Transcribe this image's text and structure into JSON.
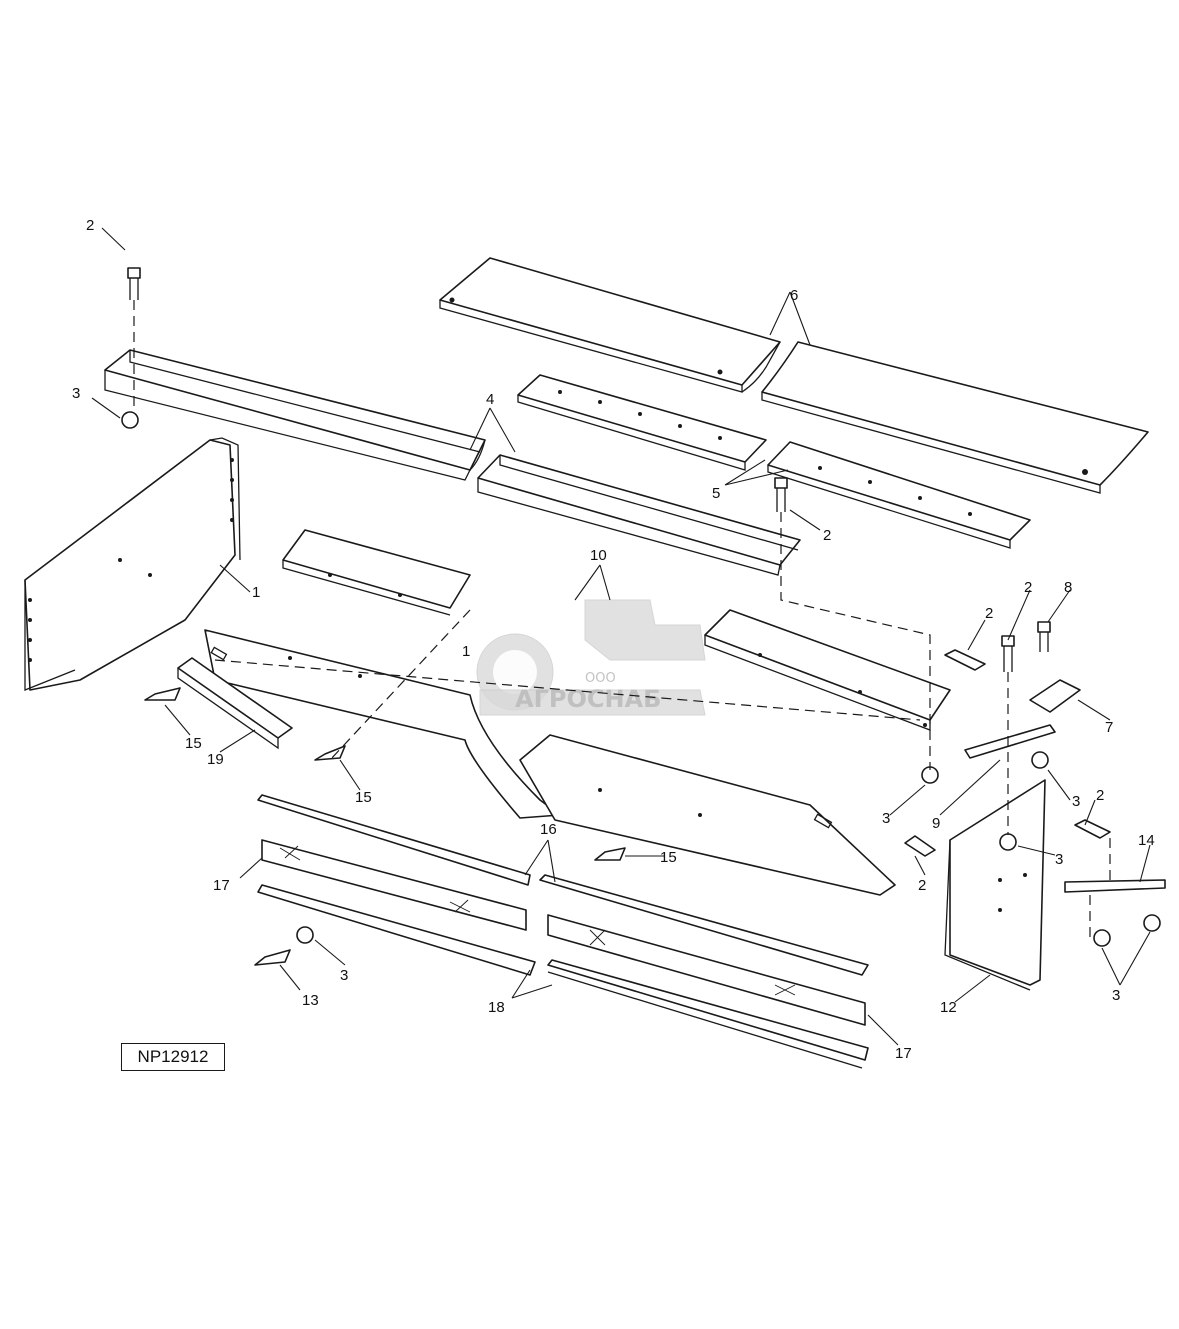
{
  "diagram": {
    "reference_code": "NP12912",
    "watermark": {
      "small_text": "ООО",
      "brand_text": "АГРОСНАБ"
    },
    "callouts": {
      "c1a": "1",
      "c1b": "1",
      "c2a": "2",
      "c2b": "2",
      "c2c": "2",
      "c2d": "2",
      "c2e": "2",
      "c2f": "2",
      "c3a": "3",
      "c3b": "3",
      "c3c": "3",
      "c3d": "3",
      "c3e": "3",
      "c3f": "3",
      "c4": "4",
      "c5": "5",
      "c6": "6",
      "c7": "7",
      "c8": "8",
      "c9": "9",
      "c10": "10",
      "c12": "12",
      "c13": "13",
      "c14": "14",
      "c15a": "15",
      "c15b": "15",
      "c15c": "15",
      "c16": "16",
      "c17a": "17",
      "c17b": "17",
      "c18": "18",
      "c19": "19"
    }
  }
}
